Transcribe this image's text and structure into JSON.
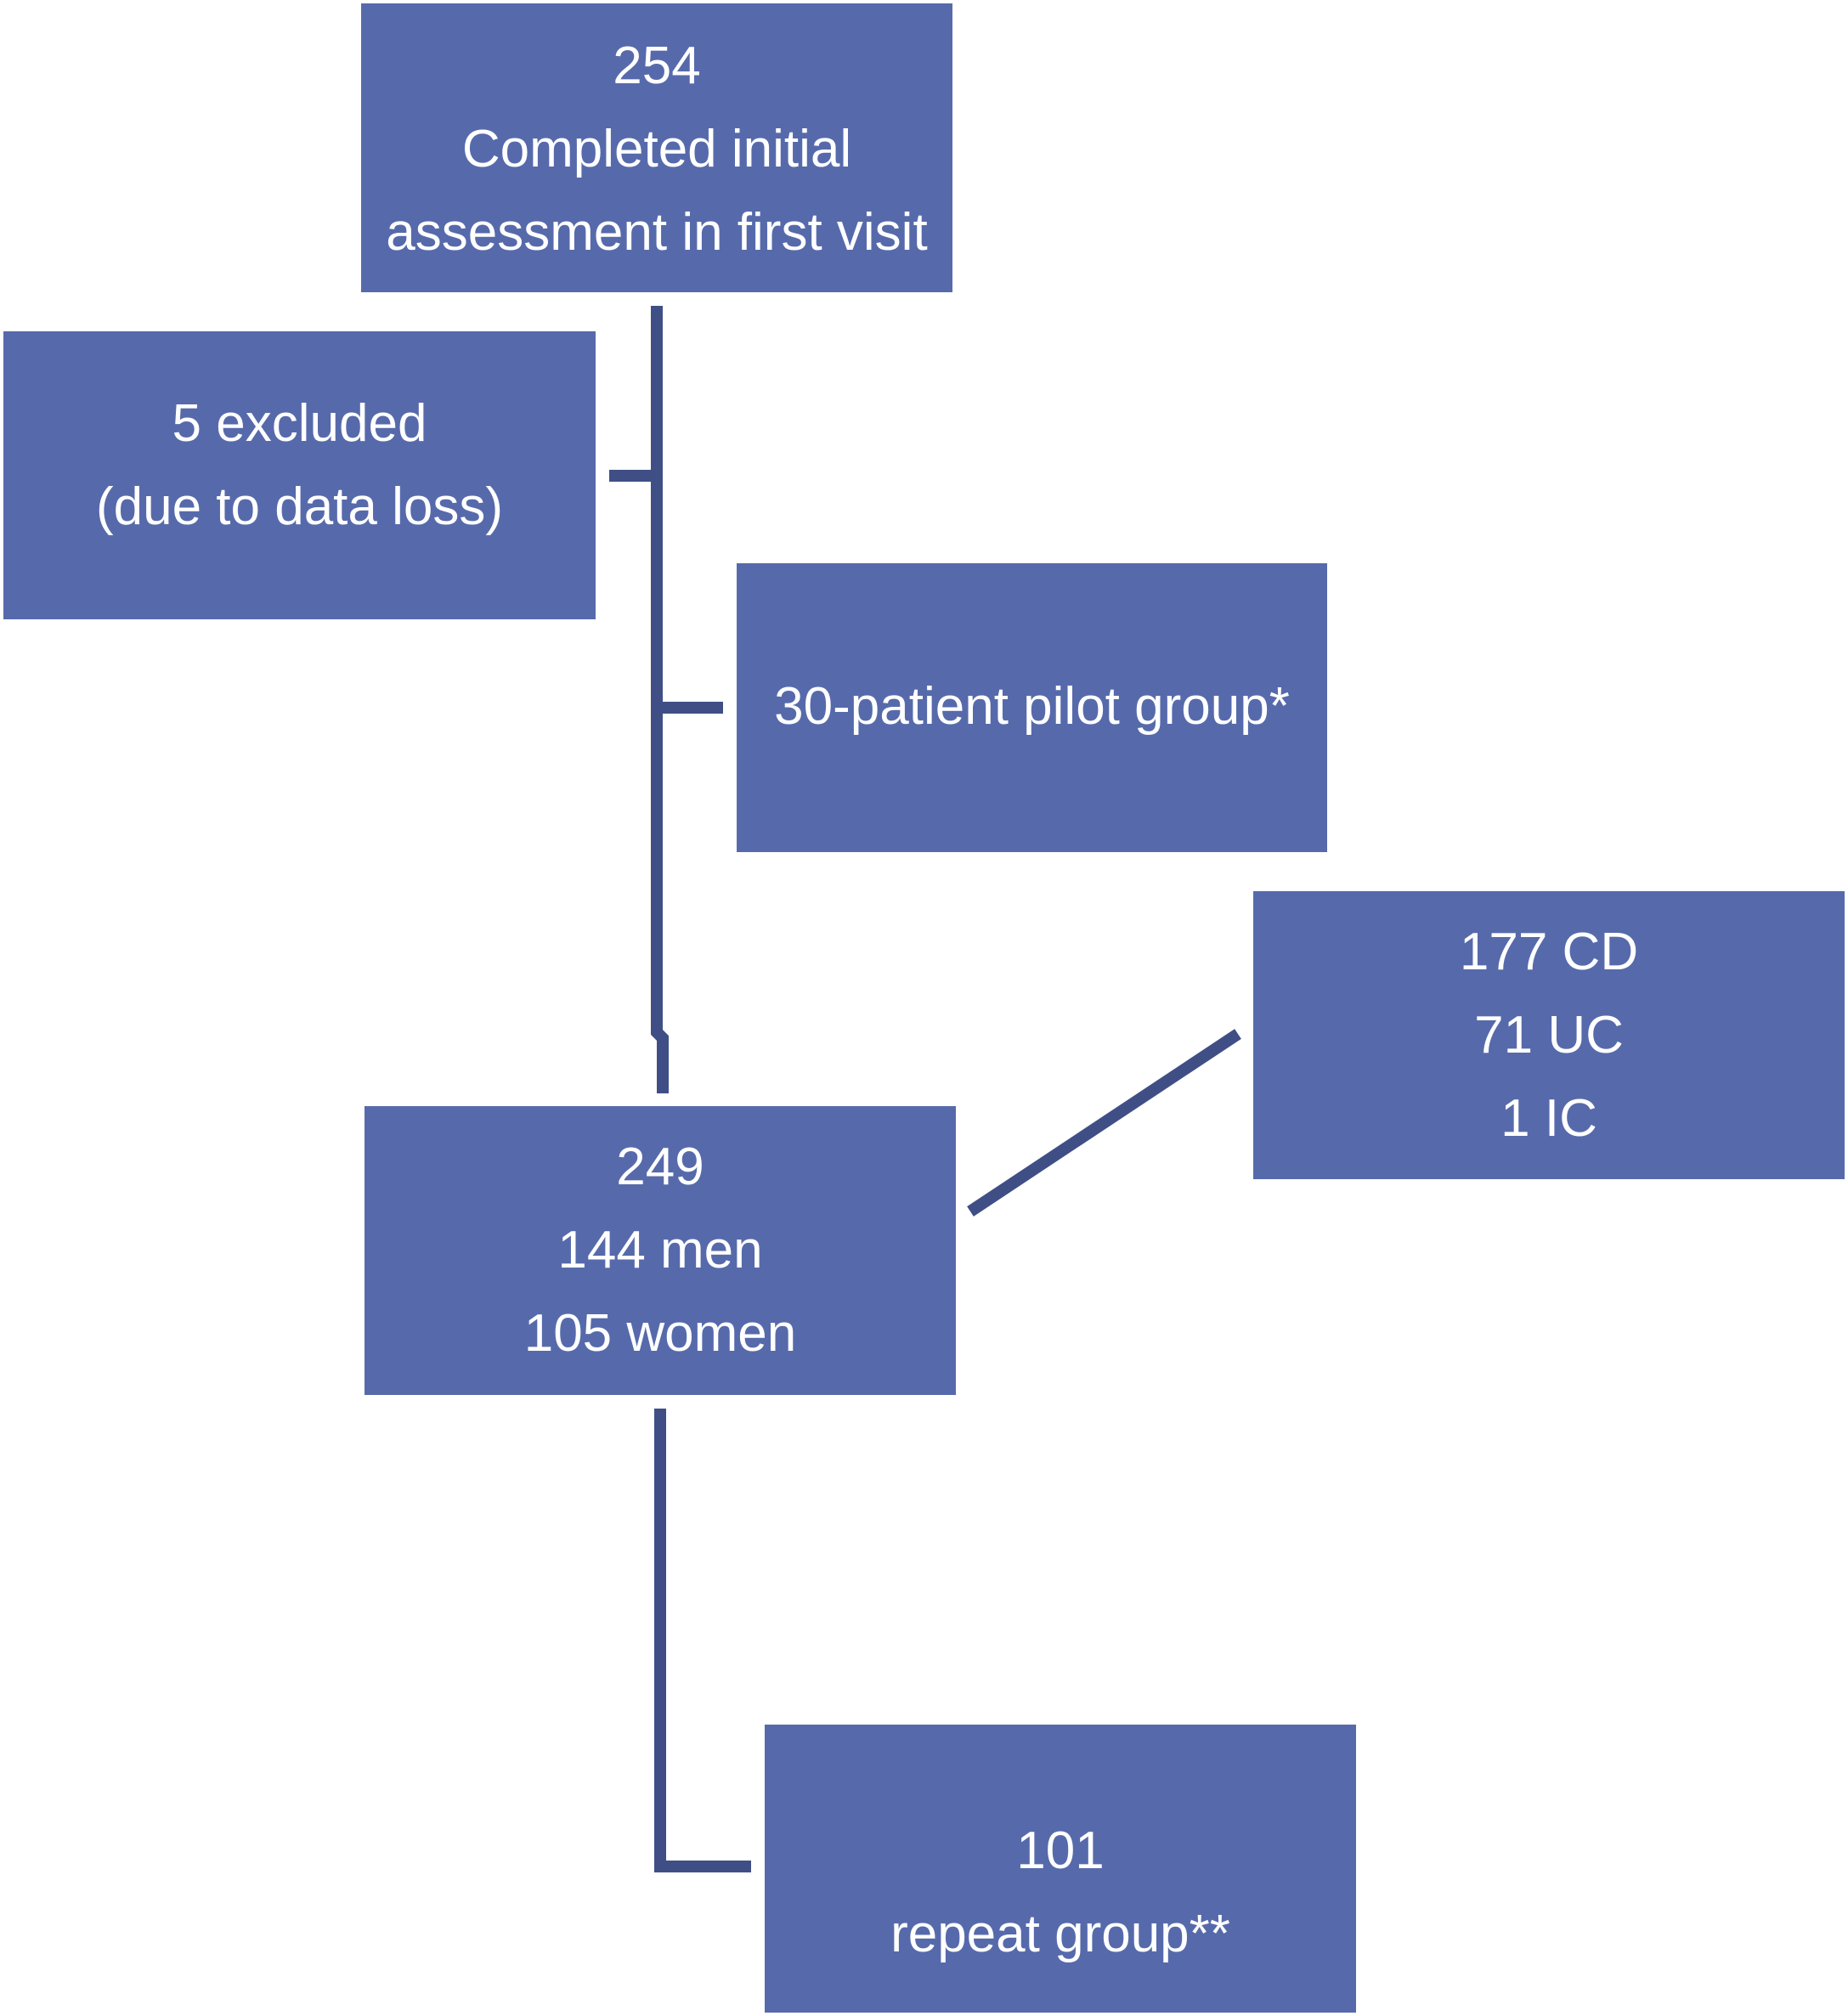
{
  "colors": {
    "box_fill": "#566aab",
    "box_text": "#ffffff",
    "connector": "#3f4f86"
  },
  "boxes": {
    "initial": {
      "lines": [
        "254",
        "Completed initial",
        "assessment in first visit"
      ]
    },
    "excluded": {
      "lines": [
        "5 excluded",
        "(due to data loss)"
      ]
    },
    "pilot": {
      "lines": [
        "30-patient pilot group*"
      ]
    },
    "diagnosis": {
      "lines": [
        "177 CD",
        "71 UC",
        "1 IC"
      ]
    },
    "cohort": {
      "lines": [
        "249",
        "144 men",
        "105 women"
      ]
    },
    "repeat": {
      "lines": [
        "101",
        "repeat group**"
      ]
    }
  }
}
